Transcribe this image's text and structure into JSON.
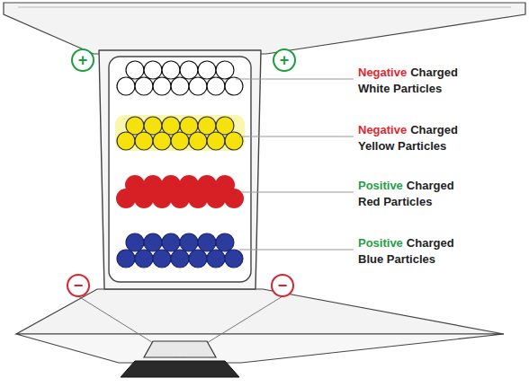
{
  "diagram": {
    "nodes": [
      {
        "text": [
          "+"
        ]
      },
      {
        "text": [
          "+"
        ]
      },
      {
        "text": [
          "−"
        ]
      },
      {
        "text": [
          "−"
        ]
      }
    ],
    "labels": [
      "Negative",
      "Charged",
      "White Particles",
      "Negative",
      "Charged",
      "Yellow Particles",
      "Positive",
      "Charged",
      "Red Particles",
      "Positive",
      "Charged",
      "Blue Particles"
    ]
  }
}
